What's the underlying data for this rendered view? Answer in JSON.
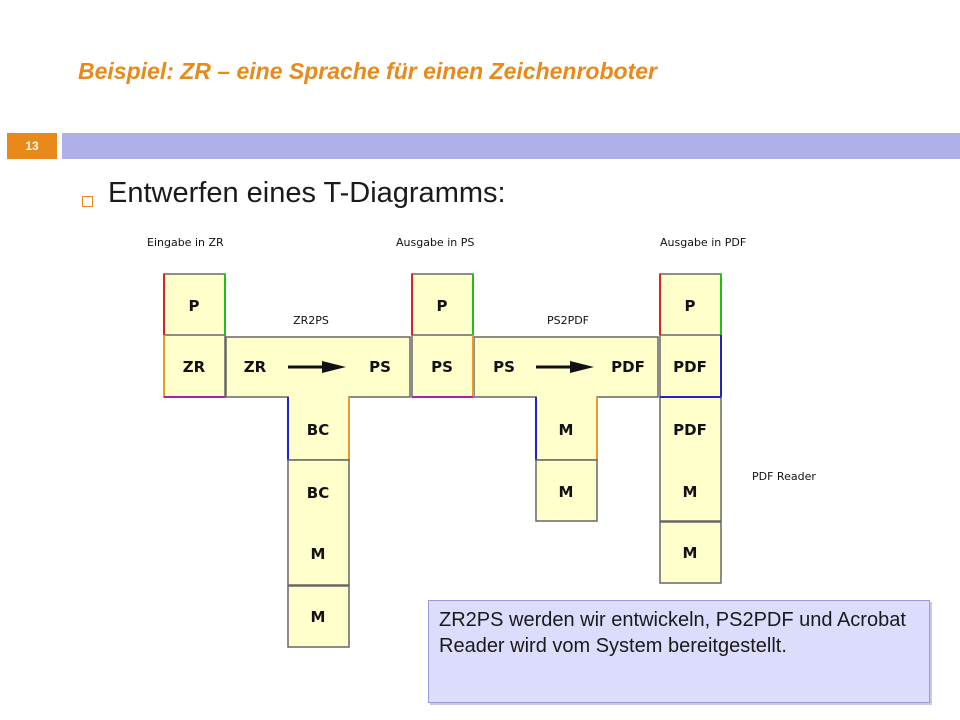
{
  "slide": {
    "title": "Beispiel:  ZR – eine Sprache für einen Zeichenroboter",
    "number": "13",
    "bullet": "Entwerfen eines T-Diagramms:",
    "note": "ZR2PS werden wir entwickeln, PS2PDF und Acrobat Reader wird vom System bereitgestellt."
  },
  "diagram": {
    "captions": {
      "input": "Eingabe in ZR",
      "output_ps": "Ausgabe in PS",
      "output_pdf": "Ausgabe in PDF",
      "zr2ps": "ZR2PS",
      "ps2pdf": "PS2PDF",
      "pdf_reader": "PDF Reader"
    },
    "blocks": {
      "prog1_top": "P",
      "prog1_bottom": "ZR",
      "zr2ps_left": "ZR",
      "zr2ps_right": "PS",
      "zr2ps_impl": "BC",
      "bc_machine_top": "BC",
      "bc_machine_bottom": "M",
      "base_machine": "M",
      "prog2_top": "P",
      "prog2_bottom": "PS",
      "ps2pdf_left": "PS",
      "ps2pdf_right": "PDF",
      "ps2pdf_impl": "M",
      "ps2pdf_machine": "M",
      "prog3_top": "P",
      "prog3_bottom": "PDF",
      "reader_top": "PDF",
      "reader_bottom": "M",
      "reader_machine": "M"
    },
    "colors": {
      "fill": "#ffffcc",
      "red": "#dd2222",
      "green": "#22bb22",
      "blue": "#2222cc",
      "orange": "#e89a2a",
      "purple": "#aa22aa"
    }
  }
}
